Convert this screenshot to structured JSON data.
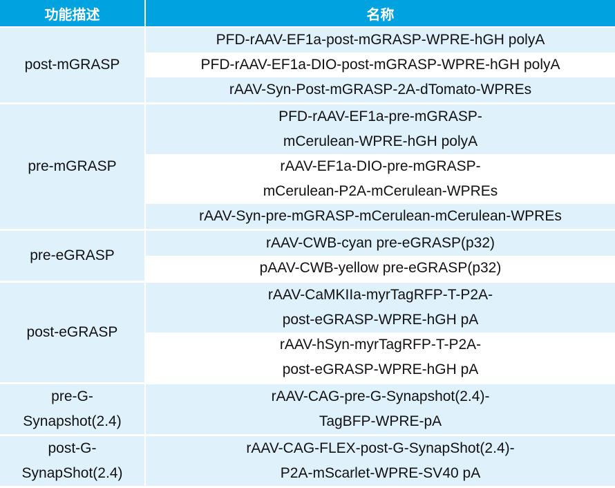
{
  "headers": {
    "function": "功能描述",
    "name": "名称"
  },
  "groups": [
    {
      "function": "post-mGRASP",
      "names": [
        "PFD-rAAV-EF1a-post-mGRASP-WPRE-hGH polyA",
        "PFD-rAAV-EF1a-DIO-post-mGRASP-WPRE-hGH polyA",
        "rAAV-Syn-Post-mGRASP-2A-dTomato-WPREs"
      ]
    },
    {
      "function": "pre-mGRASP",
      "names": [
        "PFD-rAAV-EF1a-pre-mGRASP-\nmCerulean-WPRE-hGH polyA",
        "rAAV-EF1a-DIO-pre-mGRASP-\nmCerulean-P2A-mCerulean-WPREs",
        "rAAV-Syn-pre-mGRASP-mCerulean-mCerulean-WPREs"
      ]
    },
    {
      "function": "pre-eGRASP",
      "names": [
        "rAAV-CWB-cyan pre-eGRASP(p32)",
        "pAAV-CWB-yellow pre-eGRASP(p32)"
      ]
    },
    {
      "function": "post-eGRASP",
      "names": [
        "rAAV-CaMKIIa-myrTagRFP-T-P2A-\npost-eGRASP-WPRE-hGH pA",
        "rAAV-hSyn-myrTagRFP-T-P2A-\npost-eGRASP-WPRE-hGH pA"
      ]
    },
    {
      "function": "pre-G-\nSynapshot(2.4)",
      "names": [
        "rAAV-CAG-pre-G-Synapshot(2.4)-\nTagBFP-WPRE-pA"
      ]
    },
    {
      "function": "post-G-\nSynapShot(2.4)",
      "names": [
        "rAAV-CAG-FLEX-post-G-SynapShot(2.4)-\nP2A-mScarlet-WPRE-SV40 pA"
      ]
    }
  ]
}
